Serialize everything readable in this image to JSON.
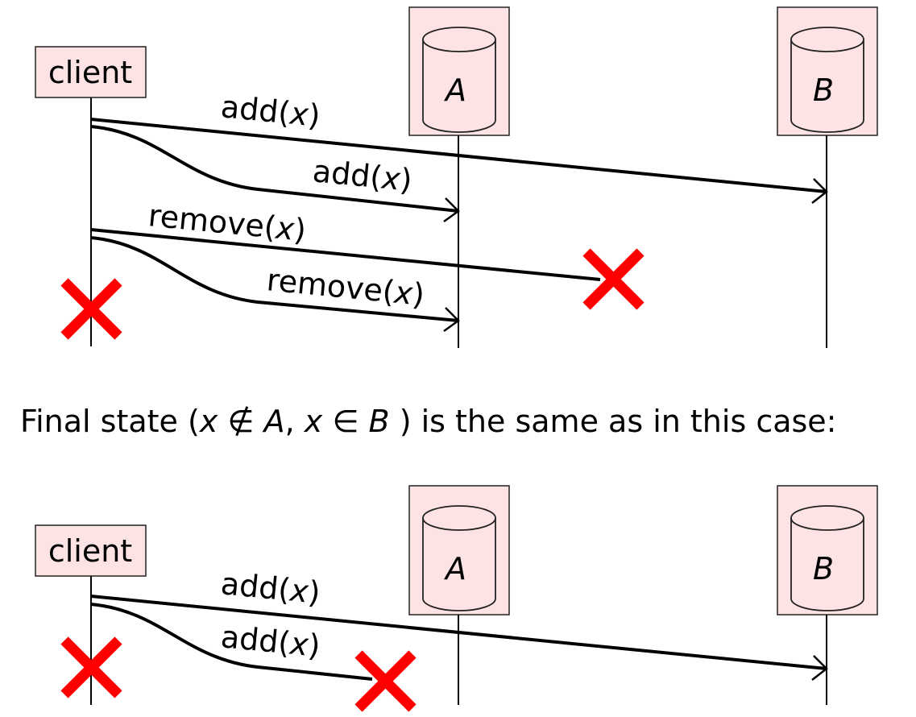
{
  "client_label": "client",
  "db_a": "A",
  "db_b": "B",
  "messages": {
    "add_fn": "add(",
    "remove_fn": "remove(",
    "arg": "x",
    "close": ")"
  },
  "caption": {
    "prefix": "Final state (",
    "x1": "x",
    "notin": " ∉ ",
    "a": "A",
    "comma": ", ",
    "x2": "x",
    "in": " ∈ ",
    "b": "B",
    "suffix": " ) is the same as in this case:"
  },
  "colors": {
    "box_fill": "#fde3e3",
    "cross": "#ff0000"
  }
}
